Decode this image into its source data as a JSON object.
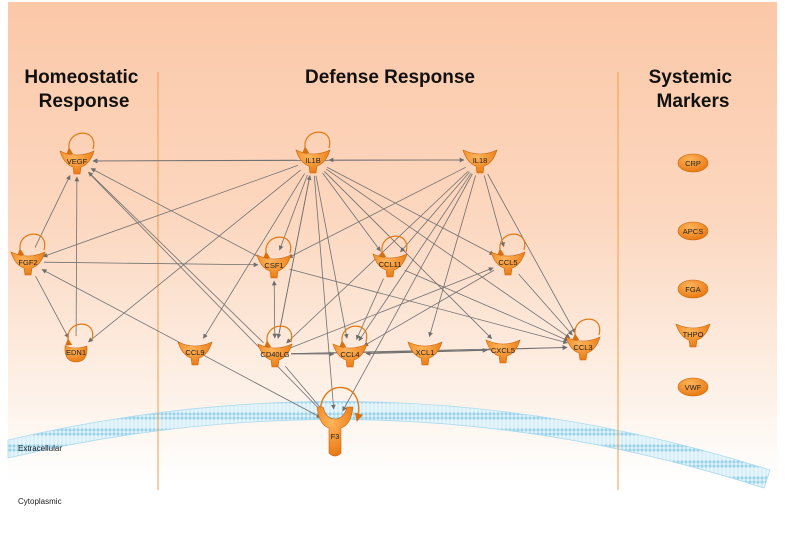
{
  "sections": [
    {
      "id": "homeostatic",
      "lines": [
        "Homeostatic",
        "Response"
      ]
    },
    {
      "id": "defense",
      "lines": [
        "Defense Response"
      ]
    },
    {
      "id": "systemic",
      "lines": [
        "Systemic",
        "Markers"
      ]
    }
  ],
  "regions": {
    "extracellular": "Extracellular",
    "cytoplasmic": "Cytoplasmic"
  },
  "colors": {
    "node": "#f28a1e",
    "node_dark": "#c9650a",
    "edge": "#707070",
    "membrane": "#a9dbf0",
    "divider": "#f0a04a"
  },
  "nodes": [
    {
      "id": "VEGF",
      "label": "VEGF",
      "kind": "receptor",
      "self_loop": true
    },
    {
      "id": "FGF2",
      "label": "FGF2",
      "kind": "receptor",
      "self_loop": true
    },
    {
      "id": "EDN1",
      "label": "EDN1",
      "kind": "ligand",
      "self_loop": true
    },
    {
      "id": "IL1B",
      "label": "IL1B",
      "kind": "receptor",
      "self_loop": true
    },
    {
      "id": "IL18",
      "label": "IL18",
      "kind": "receptor",
      "self_loop": false
    },
    {
      "id": "CSF1",
      "label": "CSF1",
      "kind": "receptor",
      "self_loop": true
    },
    {
      "id": "CCL11",
      "label": "CCL11",
      "kind": "receptor",
      "self_loop": true
    },
    {
      "id": "CCL5",
      "label": "CCL5",
      "kind": "receptor",
      "self_loop": true
    },
    {
      "id": "CCL9",
      "label": "CCL9",
      "kind": "receptor",
      "self_loop": false
    },
    {
      "id": "CD40LG",
      "label": "CD40LG",
      "kind": "receptor",
      "self_loop": true
    },
    {
      "id": "CCL4",
      "label": "CCL4",
      "kind": "receptor",
      "self_loop": true
    },
    {
      "id": "XCL1",
      "label": "XCL1",
      "kind": "receptor",
      "self_loop": false
    },
    {
      "id": "CXCL5",
      "label": "CXCL5",
      "kind": "receptor",
      "self_loop": false
    },
    {
      "id": "CCL3",
      "label": "CCL3",
      "kind": "receptor",
      "self_loop": true
    },
    {
      "id": "F3",
      "label": "F3",
      "kind": "transmembrane",
      "self_loop": true
    },
    {
      "id": "CRP",
      "label": "CRP",
      "kind": "ellipse",
      "self_loop": false
    },
    {
      "id": "APCS",
      "label": "APCS",
      "kind": "ellipse",
      "self_loop": false
    },
    {
      "id": "FGA",
      "label": "FGA",
      "kind": "ellipse",
      "self_loop": false
    },
    {
      "id": "THPO",
      "label": "THPO",
      "kind": "receptor",
      "self_loop": false
    },
    {
      "id": "VWF",
      "label": "VWF",
      "kind": "ellipse",
      "self_loop": false
    }
  ],
  "edges": [
    {
      "from": "IL1B",
      "to": "VEGF",
      "bidirectional": false
    },
    {
      "from": "IL1B",
      "to": "IL18",
      "bidirectional": true
    },
    {
      "from": "IL1B",
      "to": "FGF2",
      "bidirectional": false
    },
    {
      "from": "IL1B",
      "to": "EDN1",
      "bidirectional": false
    },
    {
      "from": "IL1B",
      "to": "CSF1",
      "bidirectional": false
    },
    {
      "from": "IL1B",
      "to": "CCL11",
      "bidirectional": false
    },
    {
      "from": "IL1B",
      "to": "CCL5",
      "bidirectional": false
    },
    {
      "from": "IL1B",
      "to": "CCL9",
      "bidirectional": false
    },
    {
      "from": "IL1B",
      "to": "CD40LG",
      "bidirectional": false
    },
    {
      "from": "IL1B",
      "to": "CCL4",
      "bidirectional": false
    },
    {
      "from": "IL1B",
      "to": "CXCL5",
      "bidirectional": false
    },
    {
      "from": "IL1B",
      "to": "CCL3",
      "bidirectional": false
    },
    {
      "from": "IL1B",
      "to": "F3",
      "bidirectional": false
    },
    {
      "from": "IL18",
      "to": "VEGF",
      "bidirectional": false
    },
    {
      "from": "IL18",
      "to": "CSF1",
      "bidirectional": false
    },
    {
      "from": "IL18",
      "to": "CCL11",
      "bidirectional": false
    },
    {
      "from": "IL18",
      "to": "CCL5",
      "bidirectional": false
    },
    {
      "from": "IL18",
      "to": "CD40LG",
      "bidirectional": false
    },
    {
      "from": "IL18",
      "to": "CCL4",
      "bidirectional": false
    },
    {
      "from": "IL18",
      "to": "XCL1",
      "bidirectional": false
    },
    {
      "from": "IL18",
      "to": "CCL3",
      "bidirectional": false
    },
    {
      "from": "IL18",
      "to": "F3",
      "bidirectional": false
    },
    {
      "from": "CD40LG",
      "to": "VEGF",
      "bidirectional": false
    },
    {
      "from": "CD40LG",
      "to": "IL1B",
      "bidirectional": false
    },
    {
      "from": "CD40LG",
      "to": "CSF1",
      "bidirectional": true
    },
    {
      "from": "CD40LG",
      "to": "CCL4",
      "bidirectional": false
    },
    {
      "from": "CD40LG",
      "to": "CCL5",
      "bidirectional": false
    },
    {
      "from": "CD40LG",
      "to": "CCL3",
      "bidirectional": false
    },
    {
      "from": "CD40LG",
      "to": "F3",
      "bidirectional": false
    },
    {
      "from": "FGF2",
      "to": "VEGF",
      "bidirectional": false
    },
    {
      "from": "FGF2",
      "to": "CSF1",
      "bidirectional": false
    },
    {
      "from": "FGF2",
      "to": "EDN1",
      "bidirectional": false
    },
    {
      "from": "FGF2",
      "to": "F3",
      "bidirectional": true
    },
    {
      "from": "EDN1",
      "to": "VEGF",
      "bidirectional": false
    },
    {
      "from": "VEGF",
      "to": "F3",
      "bidirectional": false
    },
    {
      "from": "CSF1",
      "to": "VEGF",
      "bidirectional": false
    },
    {
      "from": "CSF1",
      "to": "CCL3",
      "bidirectional": false
    },
    {
      "from": "CCL11",
      "to": "CCL4",
      "bidirectional": false
    },
    {
      "from": "CCL11",
      "to": "CCL3",
      "bidirectional": false
    },
    {
      "from": "CCL5",
      "to": "CCL4",
      "bidirectional": false
    },
    {
      "from": "CCL5",
      "to": "CCL3",
      "bidirectional": false
    },
    {
      "from": "CXCL5",
      "to": "CCL4",
      "bidirectional": false
    },
    {
      "from": "CCL4",
      "to": "CCL3",
      "bidirectional": false
    },
    {
      "from": "CD40LG",
      "to": "CXCL5",
      "bidirectional": false
    }
  ]
}
